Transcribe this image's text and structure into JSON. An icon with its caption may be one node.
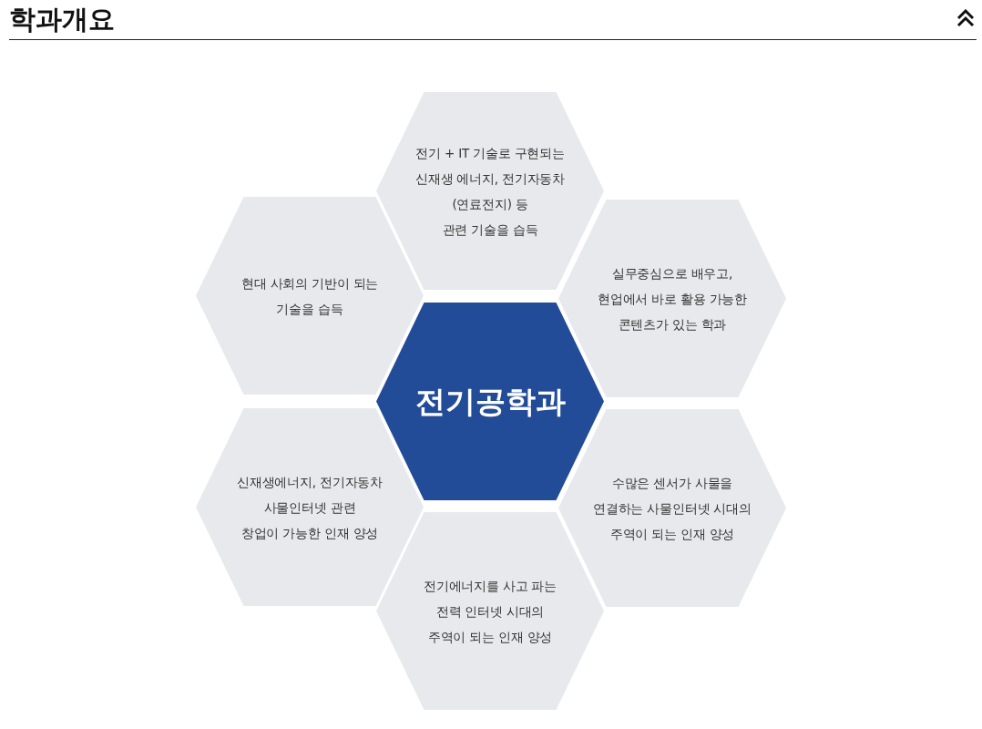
{
  "diagram": {
    "title": "학과개요",
    "nodes": [
      {
        "text": [
          "전기 + IT 기술로 구현되는 신재생 에너지, 전기자동차 (연료전지) 등 관련 기술을 습득"
        ]
      },
      {
        "text": [
          "현대 사회의 기반이 되는 기술을 습득"
        ]
      },
      {
        "text": [
          "실무중심으로 배우고, 현업에서 바로 활용 가능한 콘텐츠가 있는 학과"
        ]
      },
      {
        "text": [
          "전기공학과"
        ]
      },
      {
        "text": [
          "신재생에너지, 전기자동차 사물인터넷 관련 창업이 가능한 인재 양성"
        ]
      },
      {
        "text": [
          "수많은 센서가 사물을 연결하는 사물인터넷 시대의 주역이 되는 인재 양성"
        ]
      },
      {
        "text": [
          "전기에너지를 사고 파는 전력 인터넷 시대의 주역이 되는 인재 양성"
        ]
      }
    ]
  }
}
